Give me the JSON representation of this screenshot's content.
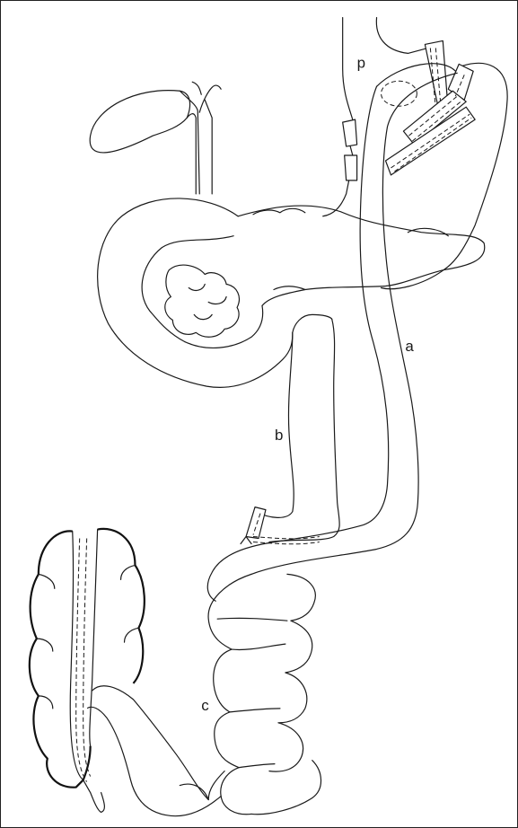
{
  "labels": {
    "p": "p",
    "a": "a",
    "b": "b",
    "c": "c"
  }
}
